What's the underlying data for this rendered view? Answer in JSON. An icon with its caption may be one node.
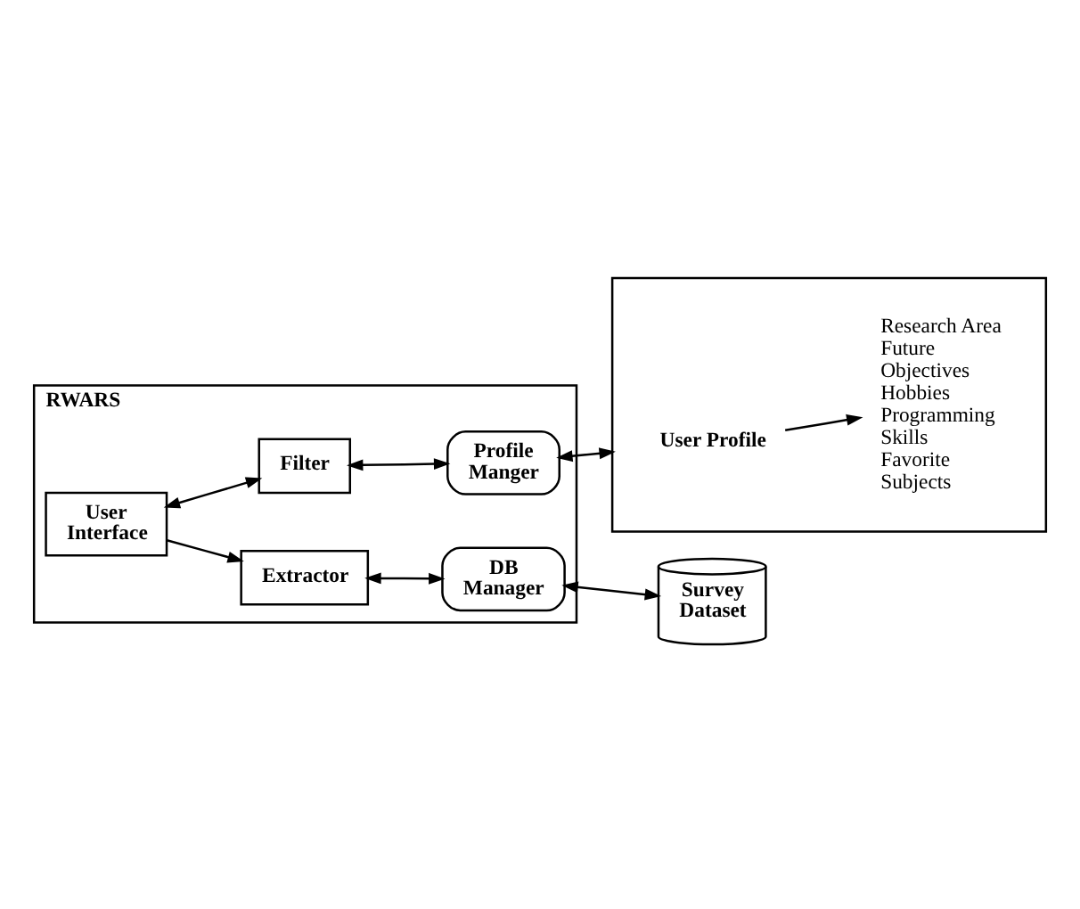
{
  "diagram": {
    "nodes": [
      {
        "text": [
          "RWARS"
        ]
      },
      {
        "text": [
          "User Interface"
        ],
        "in": 0
      },
      {
        "text": [
          "Profile Manger"
        ],
        "in": 0
      },
      {
        "text": [
          "Filter"
        ],
        "in": 0
      },
      {
        "text": [
          "Extractor"
        ],
        "in": 0
      },
      {
        "text": [
          "DB Manager"
        ],
        "in": 0
      },
      {
        "text": [],
        "shape": "document"
      },
      {
        "text": [
          "User Profile"
        ],
        "in": 6
      },
      {
        "text": [
          "Research Area Future Objectives Hobbies Programming Skills Favorite Subjects"
        ],
        "in": 6
      },
      {
        "text": [
          "Survey Dataset"
        ]
      }
    ],
    "edges": [
      {
        "from": 1,
        "to": 3,
        "arrow": "both"
      },
      {
        "from": 3,
        "to": 2,
        "arrow": "both"
      },
      {
        "from": 1,
        "to": 4,
        "arrow": "to"
      },
      {
        "from": 4,
        "to": 5,
        "arrow": "both"
      },
      {
        "from": 2,
        "to": 6,
        "arrow": "both"
      },
      {
        "from": 5,
        "to": 9,
        "arrow": "both"
      },
      {
        "from": 7,
        "to": 8,
        "arrow": "to"
      }
    ]
  }
}
